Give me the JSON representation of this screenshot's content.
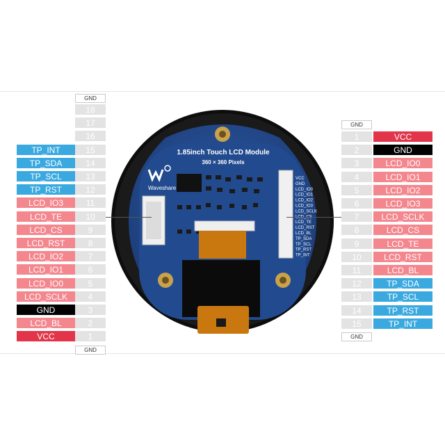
{
  "board": {
    "title": "1.85inch Touch LCD Module",
    "subtitle": "360 × 360 Pixels",
    "brand": "Waveshare",
    "silk_pins": [
      "VCC",
      "GND",
      "LCD_IO0",
      "LCD_IO1",
      "LCD_IO2",
      "LCD_IO3",
      "LCD_SCLK",
      "LCD_CS",
      "LCD_TE",
      "LCD_RST",
      "LCD_BL",
      "TP_SDA",
      "TP_SCL",
      "TP_RST",
      "TP_INT"
    ]
  },
  "left_header": {
    "top_cap": "GND",
    "bottom_cap": "GND",
    "numbers": [
      "18",
      "17",
      "16",
      "15",
      "14",
      "13",
      "12",
      "11",
      "10",
      "9",
      "8",
      "7",
      "6",
      "5",
      "4",
      "3",
      "2",
      "1"
    ],
    "labels": [
      {
        "row": 3,
        "text": "TP_INT",
        "kind": "tp"
      },
      {
        "row": 4,
        "text": "TP_SDA",
        "kind": "tp"
      },
      {
        "row": 5,
        "text": "TP_SCL",
        "kind": "tp"
      },
      {
        "row": 6,
        "text": "TP_RST",
        "kind": "tp"
      },
      {
        "row": 7,
        "text": "LCD_IO3",
        "kind": "lcd"
      },
      {
        "row": 8,
        "text": "LCD_TE",
        "kind": "lcd"
      },
      {
        "row": 9,
        "text": "LCD_CS",
        "kind": "lcd"
      },
      {
        "row": 10,
        "text": "LCD_RST",
        "kind": "lcd"
      },
      {
        "row": 11,
        "text": "LCD_IO2",
        "kind": "lcd"
      },
      {
        "row": 12,
        "text": "LCD_IO1",
        "kind": "lcd"
      },
      {
        "row": 13,
        "text": "LCD_IO0",
        "kind": "lcd"
      },
      {
        "row": 14,
        "text": "LCD_SCLK",
        "kind": "lcd"
      },
      {
        "row": 15,
        "text": "GND",
        "kind": "gnd"
      },
      {
        "row": 16,
        "text": "LCD_BL",
        "kind": "lcd"
      },
      {
        "row": 17,
        "text": "VCC",
        "kind": "vcc"
      }
    ]
  },
  "right_header": {
    "top_cap": "GND",
    "bottom_cap": "GND",
    "numbers": [
      "1",
      "2",
      "3",
      "4",
      "5",
      "6",
      "7",
      "8",
      "9",
      "10",
      "11",
      "12",
      "13",
      "14",
      "15"
    ],
    "labels": [
      {
        "text": "VCC",
        "kind": "vcc"
      },
      {
        "text": "GND",
        "kind": "gnd"
      },
      {
        "text": "LCD_IO0",
        "kind": "lcd"
      },
      {
        "text": "LCD_IO1",
        "kind": "lcd"
      },
      {
        "text": "LCD_IO2",
        "kind": "lcd"
      },
      {
        "text": "LCD_IO3",
        "kind": "lcd"
      },
      {
        "text": "LCD_SCLK",
        "kind": "lcd"
      },
      {
        "text": "LCD_CS",
        "kind": "lcd"
      },
      {
        "text": "LCD_TE",
        "kind": "lcd"
      },
      {
        "text": "LCD_RST",
        "kind": "lcd"
      },
      {
        "text": "LCD_BL",
        "kind": "lcd"
      },
      {
        "text": "TP_SDA",
        "kind": "tp"
      },
      {
        "text": "TP_SCL",
        "kind": "tp"
      },
      {
        "text": "TP_RST",
        "kind": "tp"
      },
      {
        "text": "TP_INT",
        "kind": "tp"
      }
    ]
  }
}
